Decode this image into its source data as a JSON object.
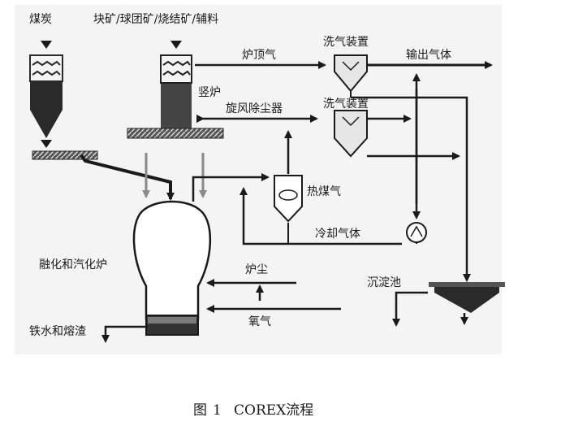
{
  "labels": {
    "coal": "煤炭",
    "ore": "块矿/球团矿/烧结矿/辅料",
    "top_gas": "炉顶气",
    "scrubber1": "洗气装置",
    "output_gas": "输出气体",
    "shaft": "竖炉",
    "cyclone": "旋风除尘器",
    "scrubber2": "洗气装置",
    "hot_gas": "热煤气",
    "melter": "融化和汽化炉",
    "cooling_gas": "冷却气体",
    "settling_tank": "沉淀池",
    "dust": "炉尘",
    "iron_slag": "铁水和熔渣",
    "oxygen": "氧气"
  },
  "caption": {
    "prefix": "图",
    "number": "1",
    "title": "COREX流程"
  }
}
